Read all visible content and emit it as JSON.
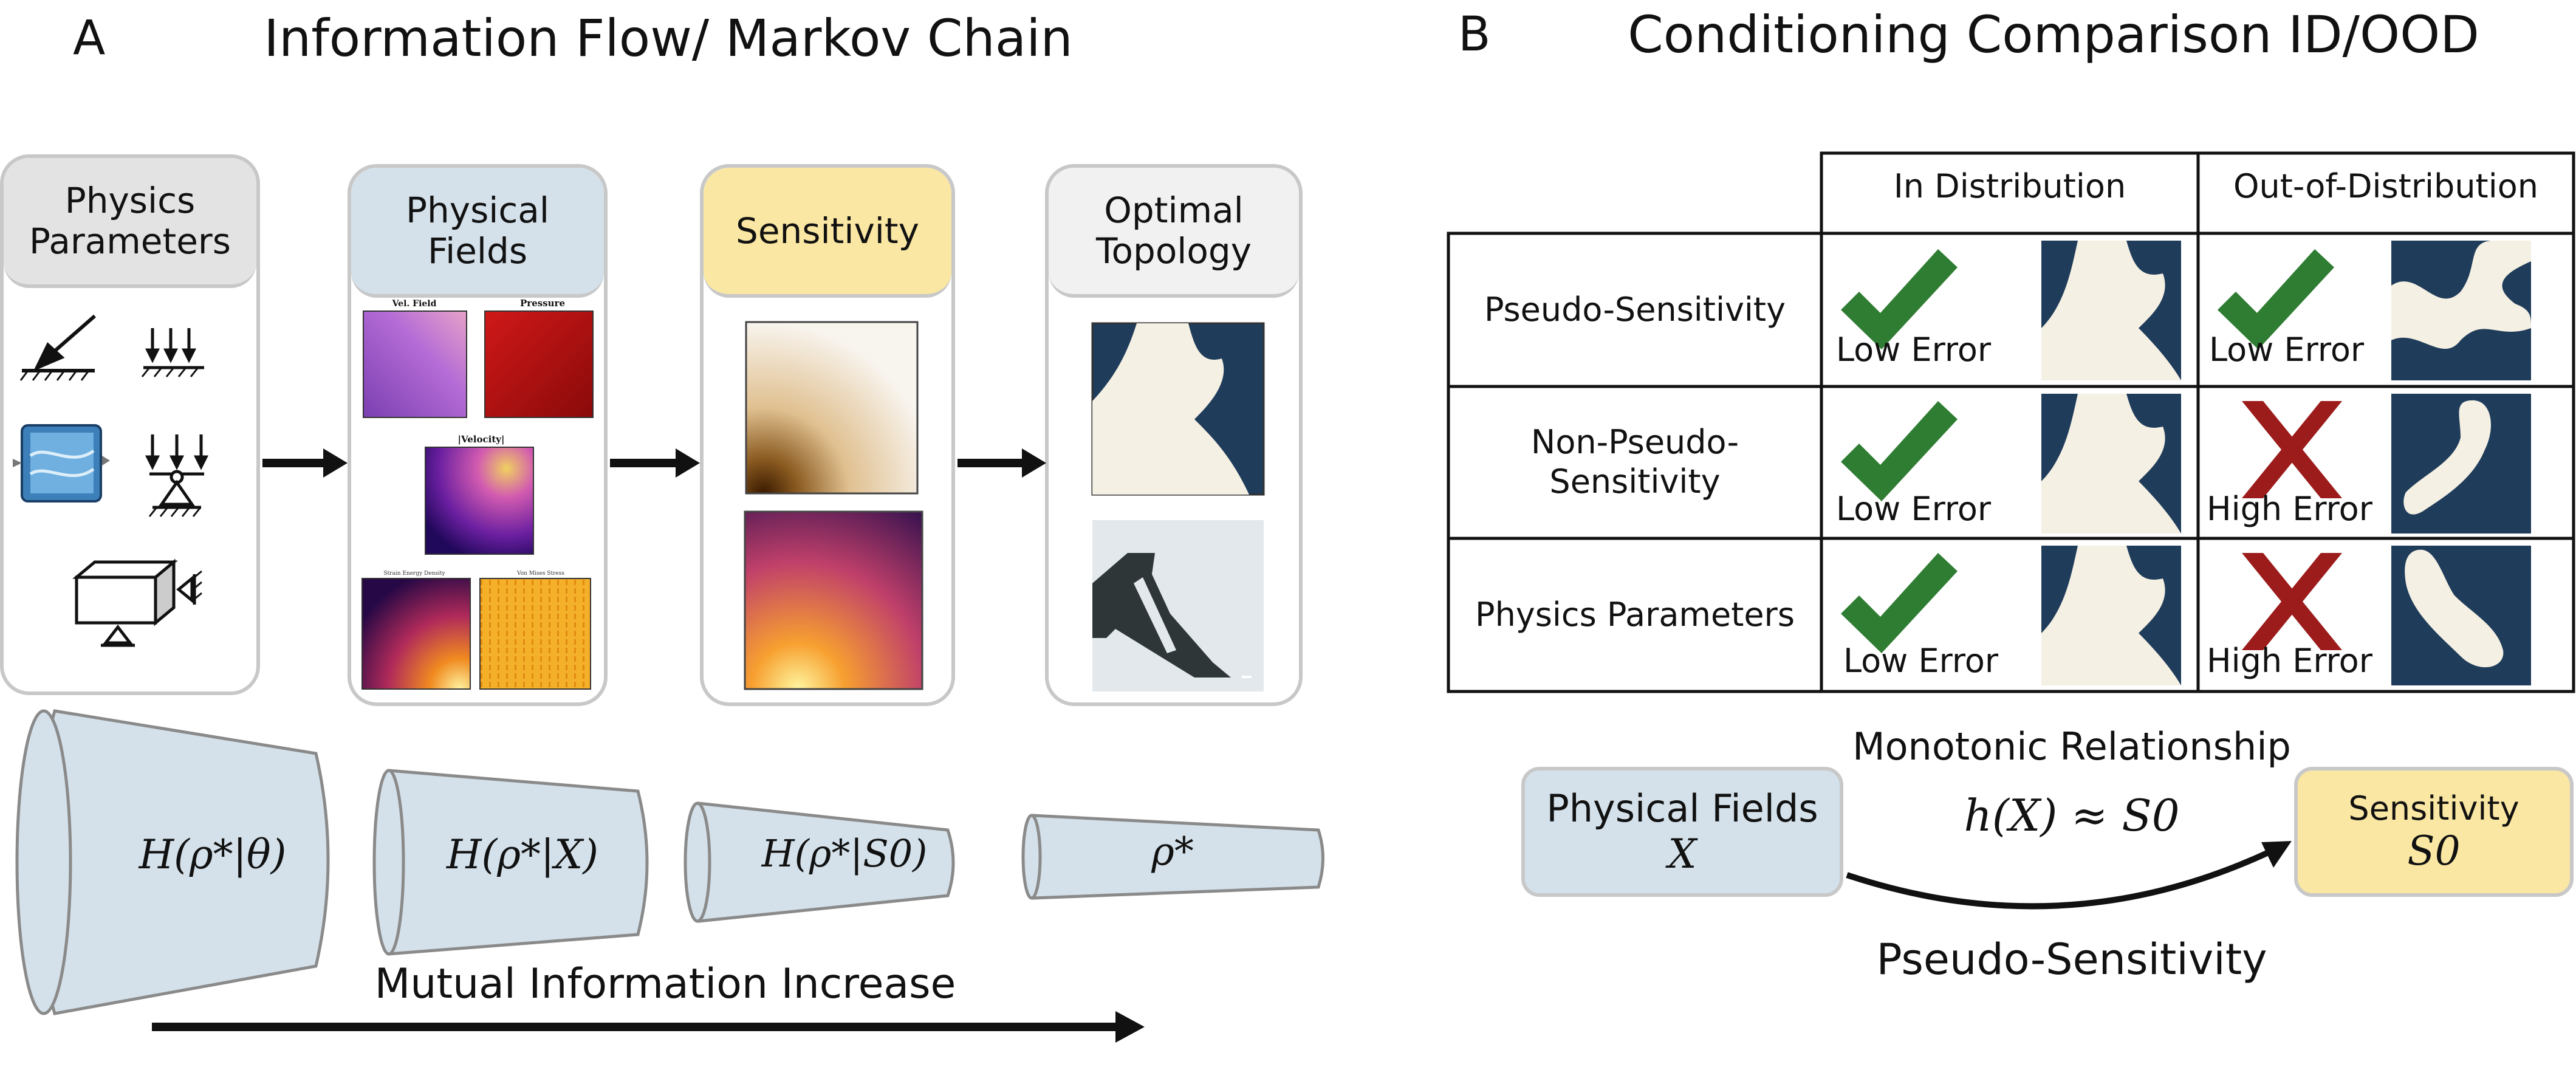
{
  "panel_a": {
    "letter": "A",
    "title": "Information Flow/ Markov Chain",
    "cards": [
      {
        "title": "Physics\nParameters",
        "color": "#e3e3e3"
      },
      {
        "title": "Physical\nFields",
        "color": "#d4e1ea"
      },
      {
        "title": "Sensitivity",
        "color": "#fae7a3"
      },
      {
        "title": "Optimal\nTopology",
        "color": "#f1f1f1"
      }
    ],
    "field_labels": {
      "vel": "Vel. Field",
      "pressure": "Pressure",
      "velocity_mag": "|Velocity|",
      "left_bottom": "Strain Energy Density",
      "right_bottom": "Von Mises Stress"
    },
    "entropy_labels": [
      "H(ρ*|θ)",
      "H(ρ*|X)",
      "H(ρ*|S0)",
      "ρ*"
    ],
    "funnel_color": "#d4e1ea",
    "bottom_caption": "Mutual Information Increase"
  },
  "panel_b": {
    "letter": "B",
    "title": "Conditioning Comparison ID/OOD",
    "table": {
      "columns": [
        "In Distribution",
        "Out-of-Distribution"
      ],
      "rows": [
        {
          "label": "Pseudo-Sensitivity",
          "id": {
            "mark": "check",
            "text": "Low Error"
          },
          "ood": {
            "mark": "check",
            "text": "Low Error"
          }
        },
        {
          "label": "Non-Pseudo-\nSensitivity",
          "id": {
            "mark": "check",
            "text": "Low Error"
          },
          "ood": {
            "mark": "cross",
            "text": "High Error"
          }
        },
        {
          "label": "Physics Parameters",
          "id": {
            "mark": "check",
            "text": "Low Error"
          },
          "ood": {
            "mark": "cross",
            "text": "High Error"
          }
        }
      ]
    },
    "check_color": "#2e7d32",
    "cross_color": "#9c1c1c",
    "topology_dark": "#1f3c5a",
    "topology_light": "#f5f0e4",
    "relation": {
      "left_box": {
        "title": "Physical Fields",
        "symbol": "X"
      },
      "right_box": {
        "title": "Sensitivity",
        "symbol": "S0"
      },
      "top_label": "Monotonic Relationship",
      "equation": "h(X) ≈ S0",
      "bottom_label": "Pseudo-Sensitivity"
    }
  }
}
